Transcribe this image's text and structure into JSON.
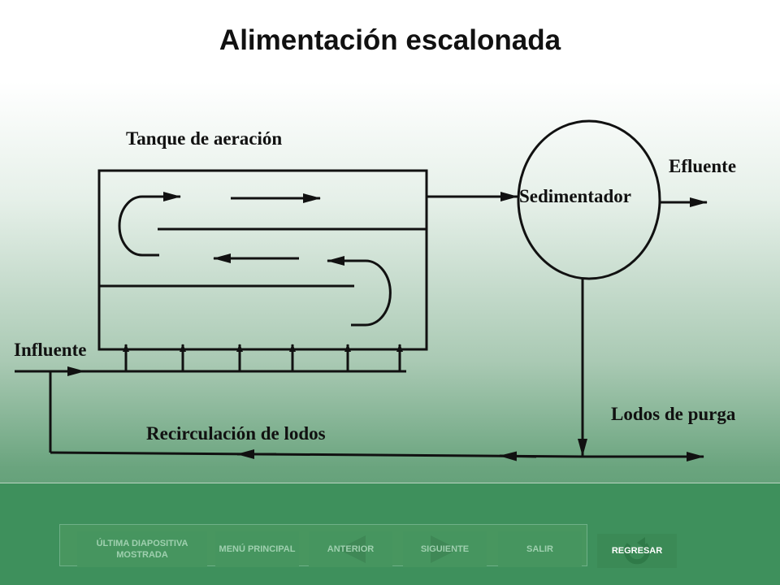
{
  "slide": {
    "title": "Alimentación escalonada"
  },
  "diagram": {
    "tank_label": "Tanque de aeración",
    "clarifier_label": "Sedimentador",
    "effluent_label": "Efluente",
    "influent_label": "Influente",
    "waste_sludge_label": "Lodos de purga",
    "recirculation_label": "Recirculación de lodos"
  },
  "nav": {
    "last_slide": "ÚLTIMA DIAPOSITIVA MOSTRADA",
    "main_menu": "MENÚ PRINCIPAL",
    "previous": "ANTERIOR",
    "next": "SIGUIENTE",
    "exit": "SALIR",
    "back": "REGRESAR"
  },
  "colors": {
    "diagram_ink": "#111111",
    "footer": "#3e905c",
    "nav_text": "#9fd0af"
  }
}
